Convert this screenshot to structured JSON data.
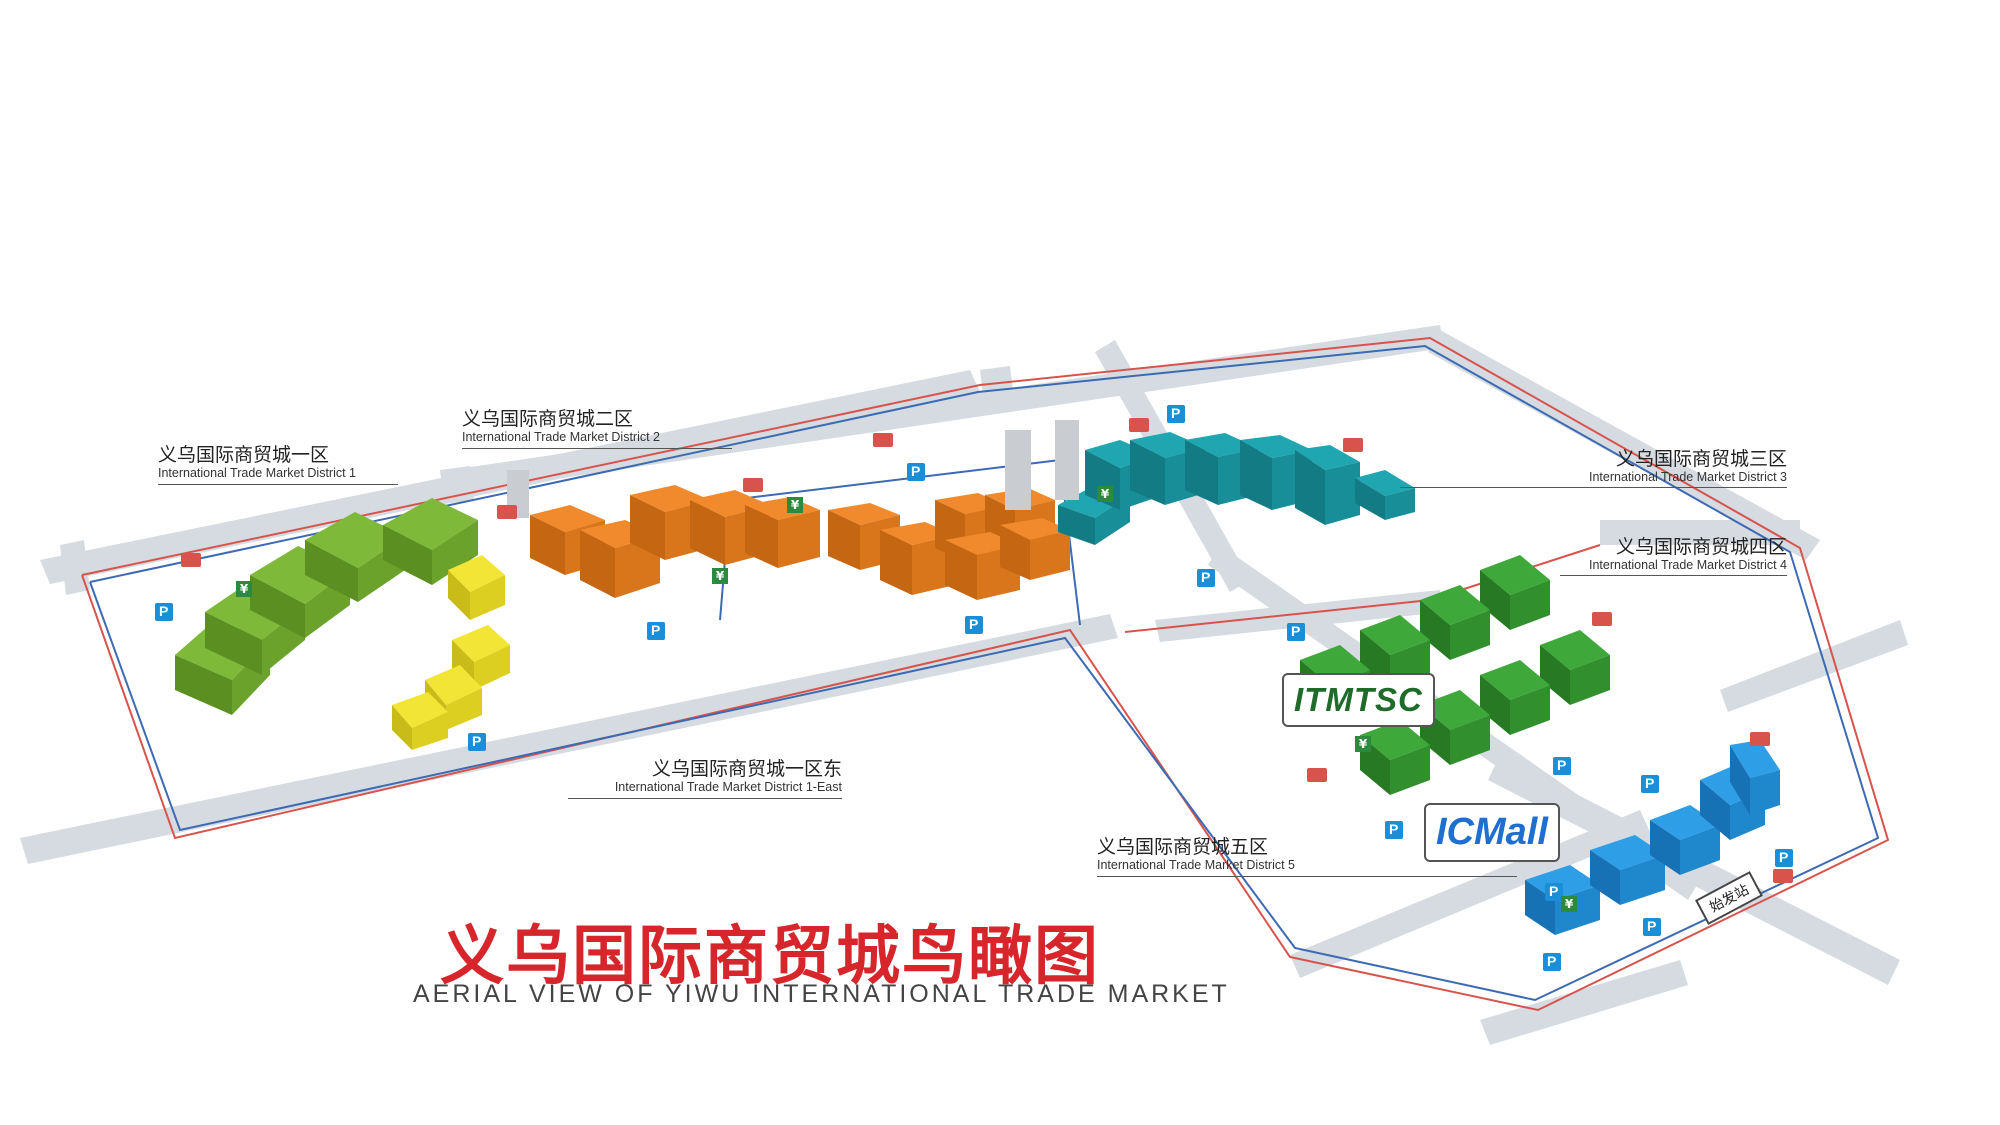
{
  "title": {
    "chinese": "义乌国际商贸城鸟瞰图",
    "english": "AERIAL VIEW OF YIWU INTERNATIONAL TRADE MARKET"
  },
  "districts": [
    {
      "id": "d1",
      "name_cn": "义乌国际商贸城一区",
      "name_en": "International Trade Market District 1",
      "color": "#7fb93a"
    },
    {
      "id": "d1e",
      "name_cn": "义乌国际商贸城一区东",
      "name_en": "International Trade Market District 1-East",
      "color": "#f2e535"
    },
    {
      "id": "d2",
      "name_cn": "义乌国际商贸城二区",
      "name_en": "International Trade Market District 2",
      "color": "#f08a2c"
    },
    {
      "id": "d3",
      "name_cn": "义乌国际商贸城三区",
      "name_en": "International Trade Market District 3",
      "color": "#20a6b0"
    },
    {
      "id": "d4",
      "name_cn": "义乌国际商贸城四区",
      "name_en": "International Trade Market District 4",
      "color": "#3fa83a"
    },
    {
      "id": "d5",
      "name_cn": "义乌国际商贸城五区",
      "name_en": "International Trade Market District 5",
      "color": "#2e9fe6"
    }
  ],
  "landmarks": {
    "itmtsc": "ITMTSC",
    "icmall": "ICMall",
    "bus_station": "始发站"
  },
  "map_symbols": {
    "parking": "P",
    "bank": "¥"
  },
  "colors": {
    "road": "#d5dbe1",
    "boundary_red": "#d8534b",
    "boundary_blue": "#3c6ab3",
    "title_red": "#d7262b",
    "parking_blue": "#1a8fd8"
  }
}
